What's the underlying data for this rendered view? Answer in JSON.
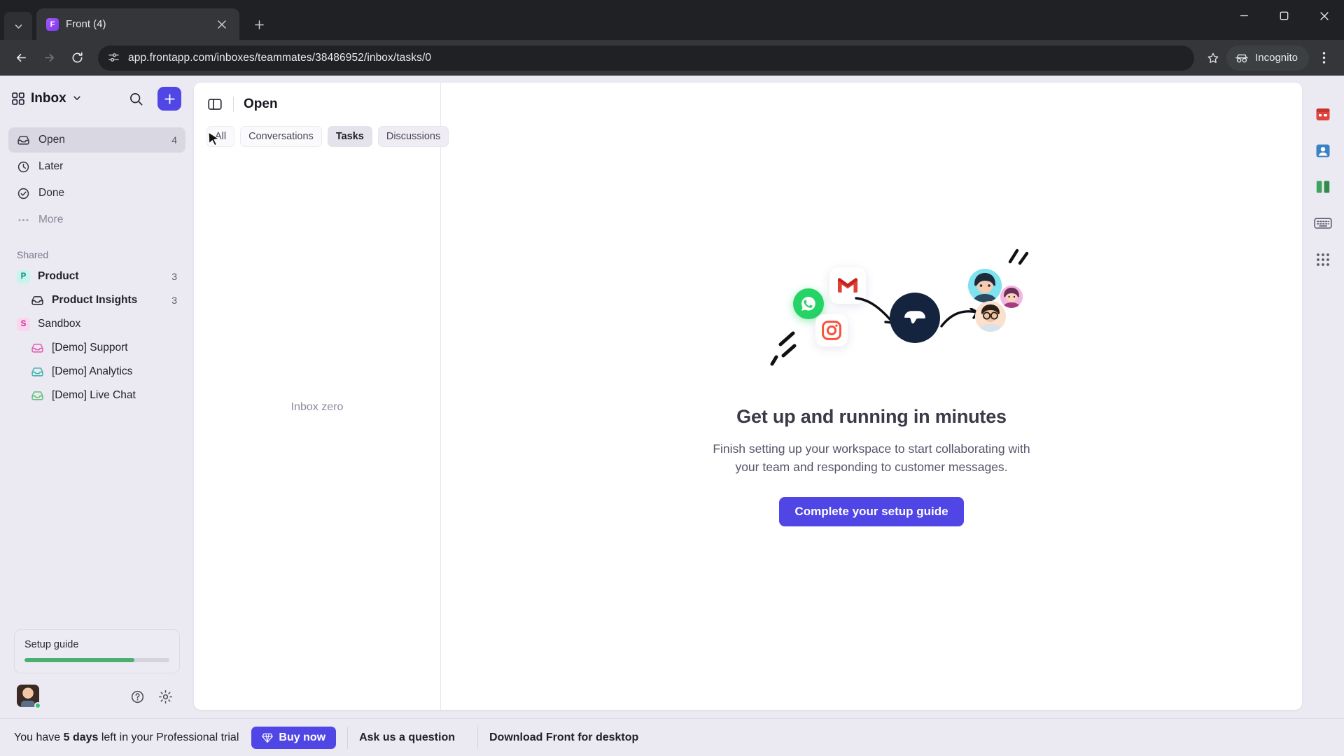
{
  "browser": {
    "tab": {
      "title": "Front (4)",
      "favicon_label": "F"
    },
    "tab_list_icon": "chevron-down-icon",
    "new_tab_label": "+",
    "window": {
      "minimize": "−",
      "maximize": "□",
      "close": "✕"
    },
    "toolbar": {
      "back_icon": "arrow-left-icon",
      "forward_icon": "arrow-right-icon",
      "reload_icon": "reload-icon",
      "site_info_icon": "site-settings-icon",
      "url": "app.frontapp.com/inboxes/teammates/38486952/inbox/tasks/0",
      "bookmark_icon": "star-icon",
      "incognito_label": "Incognito",
      "menu_icon": "kebab-menu-icon"
    }
  },
  "sidebar": {
    "header": {
      "title": "Inbox",
      "grid_icon": "apps-grid-icon",
      "chevron": "⌄",
      "search_icon": "search-icon",
      "compose_label": "+"
    },
    "nav": [
      {
        "label": "Open",
        "count": "4",
        "icon": "inbox-icon",
        "active": true,
        "muted": false
      },
      {
        "label": "Later",
        "count": "",
        "icon": "clock-icon",
        "active": false,
        "muted": false
      },
      {
        "label": "Done",
        "count": "",
        "icon": "check-circle-icon",
        "active": false,
        "muted": false
      },
      {
        "label": "More",
        "count": "",
        "icon": "ellipsis-icon",
        "active": false,
        "muted": true
      }
    ],
    "shared_title": "Shared",
    "teams": [
      {
        "label": "Product",
        "count": "3",
        "badge": "P",
        "badge_bg": "#c7f5ee",
        "badge_color": "#0f8a7a",
        "bold": true,
        "inboxes": [
          {
            "label": "Product Insights",
            "count": "3",
            "color": "#2b2b36",
            "bold": true
          }
        ]
      },
      {
        "label": "Sandbox",
        "count": "",
        "badge": "S",
        "badge_bg": "#fbd5ee",
        "badge_color": "#c2279b",
        "bold": false,
        "inboxes": [
          {
            "label": "[Demo] Support",
            "count": "",
            "color": "#e35fb5",
            "bold": false
          },
          {
            "label": "[Demo] Analytics",
            "count": "",
            "color": "#3fb5ab",
            "bold": false
          },
          {
            "label": "[Demo] Live Chat",
            "count": "",
            "color": "#63c17a",
            "bold": false
          }
        ]
      }
    ],
    "setup_guide": {
      "label": "Setup guide",
      "progress_percent": 76,
      "bar_color": "#4caf72"
    },
    "footer": {
      "avatar_name": "user-avatar",
      "help_icon": "help-circle-icon",
      "settings_icon": "gear-icon"
    }
  },
  "list_panel": {
    "toggle_icon": "panel-toggle-icon",
    "title": "Open",
    "tabs": [
      {
        "label": "All",
        "state": "default"
      },
      {
        "label": "Conversations",
        "state": "default"
      },
      {
        "label": "Tasks",
        "state": "active"
      },
      {
        "label": "Discussions",
        "state": "hovered"
      }
    ],
    "empty_text": "Inbox zero"
  },
  "detail_panel": {
    "illustration": {
      "apps": [
        "gmail-icon",
        "whatsapp-icon",
        "instagram-icon"
      ],
      "core": "front-logo-icon",
      "people": [
        "teammate-avatar-1",
        "teammate-avatar-2",
        "teammate-avatar-3"
      ]
    },
    "title": "Get up and running in minutes",
    "body": "Finish setting up your workspace to start collaborating with your team and responding to customer messages.",
    "cta_label": "Complete your setup guide",
    "cta_color": "#4f46e5"
  },
  "right_rail": [
    {
      "name": "calendar-icon",
      "color": "#e0443e"
    },
    {
      "name": "contacts-icon",
      "color": "#3b82c4"
    },
    {
      "name": "knowledge-base-icon",
      "color": "#3fa35e"
    },
    {
      "name": "keyboard-icon",
      "color": "#5a5a6b"
    },
    {
      "name": "apps-grid-icon",
      "color": "#5a5a6b"
    }
  ],
  "banner": {
    "text_prefix": "You have ",
    "text_bold": "5 days",
    "text_suffix": " left in your Professional trial",
    "buy_label": "Buy now",
    "buy_icon": "diamond-icon",
    "links": [
      "Ask us a question",
      "Download Front for desktop"
    ]
  }
}
